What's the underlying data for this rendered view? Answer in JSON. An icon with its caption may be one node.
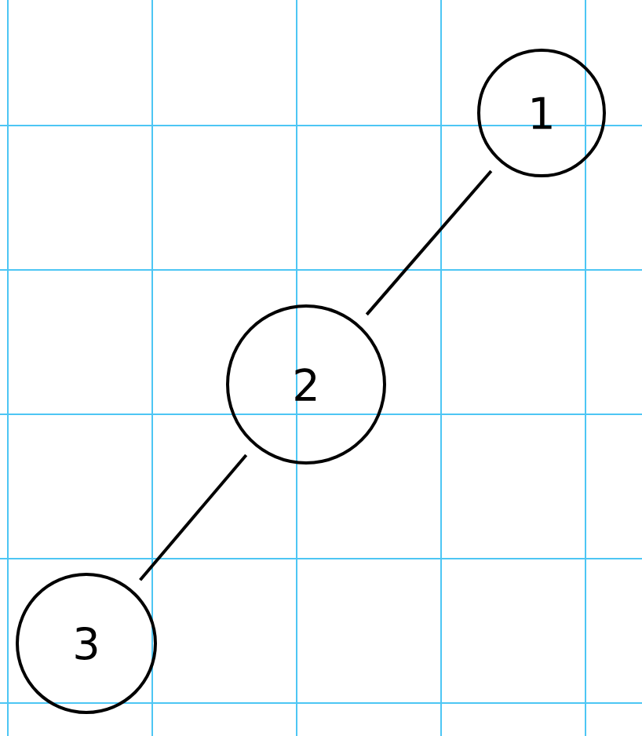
{
  "diagram": {
    "nodes": [
      {
        "text": [
          "1"
        ]
      },
      {
        "text": [
          "2"
        ]
      },
      {
        "text": [
          "3"
        ]
      }
    ],
    "edges": [
      {
        "from": 0,
        "to": 1,
        "arrow": "none"
      },
      {
        "from": 1,
        "to": 2,
        "arrow": "none"
      }
    ]
  }
}
